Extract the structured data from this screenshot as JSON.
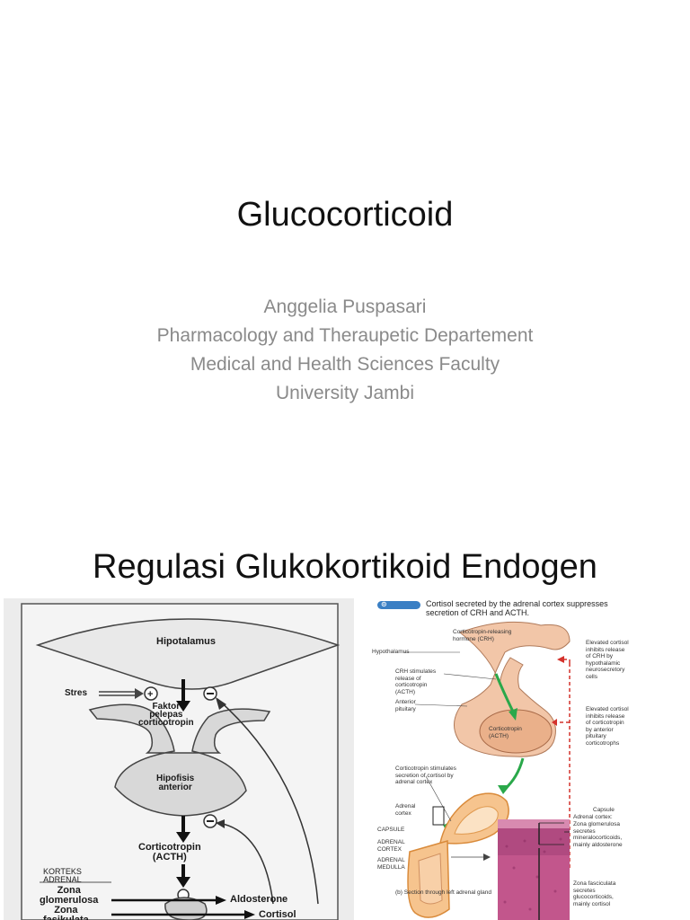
{
  "slide1": {
    "title": "Glucocorticoid",
    "subtitle_lines": [
      "Anggelia Puspasari",
      "Pharmacology and Theraupetic Departement",
      "Medical and Health Sciences Faculty",
      "University Jambi"
    ]
  },
  "slide2": {
    "title": "Regulasi Glukokortikoid Endogen",
    "left_figure": {
      "hipotalamus": "Hipotalamus",
      "stres": "Stres",
      "faktor": "Faktor",
      "pelepas": "pelepas",
      "corticotropin": "corticotropin",
      "hipofisis": "Hipofisis",
      "anterior": "anterior",
      "corticotropin2": "Corticotropin",
      "acth": "(ACTH)",
      "korteks": "KORTEKS",
      "adrenal": "ADRENAL",
      "zona_glom_1": "Zona",
      "zona_glom_2": "glomerulosa",
      "zona_fas_1": "Zona",
      "zona_fas_2": "fasikulata",
      "aldosterone": "Aldosterone",
      "cortisol": "Cortisol"
    },
    "right_figure": {
      "caption_line1": "Cortisol secreted by the adrenal cortex suppresses",
      "caption_line2": "secretion of CRH and ACTH.",
      "crh_label_1": "Corticotropin-releasing",
      "crh_label_2": "hormone (CRH)",
      "hypothalamus": "Hypothalamus",
      "crh_stim_1": "CRH stimulates",
      "crh_stim_2": "release of",
      "crh_stim_3": "corticotropin",
      "crh_stim_4": "(ACTH)",
      "ant_pit_1": "Anterior",
      "ant_pit_2": "pituitary",
      "corticotropin_1": "Corticotropin",
      "corticotropin_2": "(ACTH)",
      "cort_stim_1": "Corticotropin stimulates",
      "cort_stim_2": "secretion of cortisol by",
      "cort_stim_3": "adrenal cortex",
      "adrenal_cortex_1": "Adrenal",
      "adrenal_cortex_2": "cortex",
      "elev1_1": "Elevated cortisol",
      "elev1_2": "inhibits release",
      "elev1_3": "of CRH by",
      "elev1_4": "hypothalamic",
      "elev1_5": "neurosecretory",
      "elev1_6": "cells",
      "elev2_1": "Elevated cortisol",
      "elev2_2": "inhibits release",
      "elev2_3": "of corticotropin",
      "elev2_4": "by anterior",
      "elev2_5": "pituitary",
      "elev2_6": "corticotrophs",
      "capsule": "Capsule",
      "capsule_small": "CAPSULE",
      "adrenal_cortex_sm_1": "ADRENAL",
      "adrenal_cortex_sm_2": "CORTEX",
      "adrenal_medulla_1": "ADRENAL",
      "adrenal_medulla_2": "MEDULLA",
      "section_caption": "(b) Section through left adrenal gland",
      "adrenal_cortex_right": "Adrenal cortex:",
      "zona_g_1": "Zona glomerulosa",
      "zona_g_2": "secretes",
      "zona_g_3": "mineralocorticoids,",
      "zona_g_4": "mainly aldosterone",
      "zona_f_1": "Zona fasciculata",
      "zona_f_2": "secretes",
      "zona_f_3": "glucocorticoids,",
      "zona_f_4": "mainly cortisol"
    }
  }
}
